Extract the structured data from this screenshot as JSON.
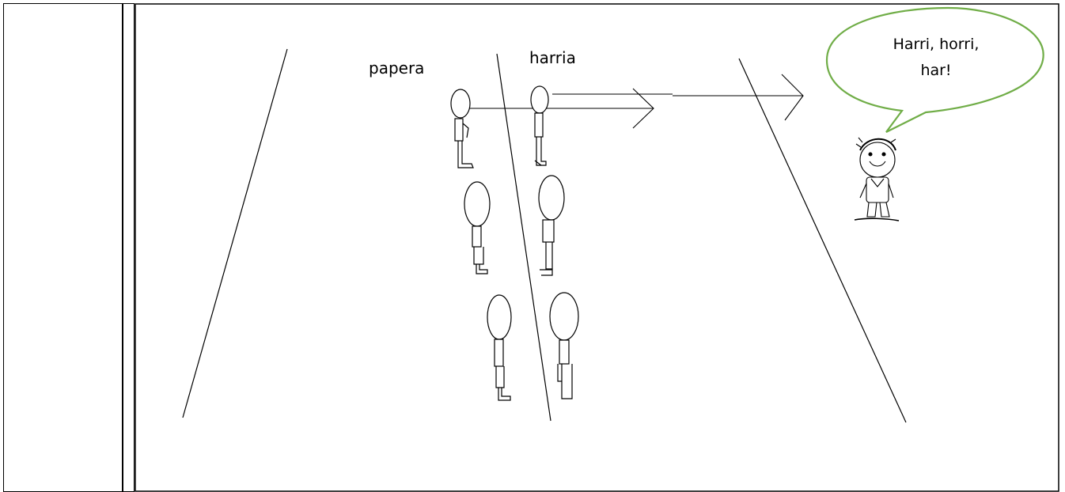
{
  "labels": {
    "left_team": "papera",
    "right_team": "harria"
  },
  "speech_bubble": {
    "line1": "Harri, horri,",
    "line2": "har!"
  },
  "colors": {
    "bubble_stroke": "#70ad47",
    "ink": "#000000"
  }
}
